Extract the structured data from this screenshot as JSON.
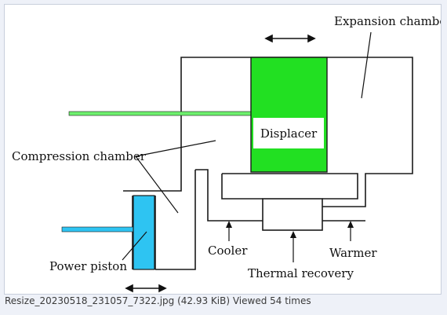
{
  "diagram": {
    "labels": {
      "expansion_chamber": "Expansion chamber",
      "displacer": "Displacer",
      "compression_chamber": "Compression chamber",
      "power_piston": "Power piston",
      "cooler": "Cooler",
      "warmer": "Warmer",
      "thermal_recovery": "Thermal recovery"
    },
    "colors": {
      "displacer_fill": "#22e022",
      "displacer_rod": "#6ef06e",
      "piston_fill": "#2ec4f2",
      "piston_rod": "#2ec4f2",
      "line": "#1a1a1a"
    }
  },
  "caption": {
    "text": "Resize_20230518_231057_7322.jpg (42.93 KiB) Viewed 54 times"
  }
}
